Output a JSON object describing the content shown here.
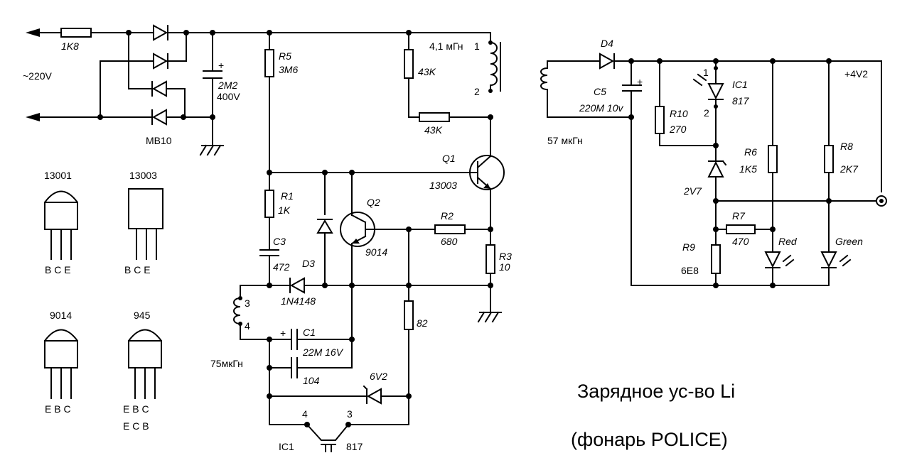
{
  "title_line1": "Зарядное ус-во Li",
  "title_line2": "(фонарь POLICE)",
  "mains": "~220V",
  "primary": {
    "r_in": "1K8",
    "bridge": "MB10",
    "c_bulk": "2M2",
    "c_bulk_v": "400V",
    "r5_ref": "R5",
    "r5_val": "3M6",
    "r43a": "43K",
    "r43b": "43K",
    "trafo": "4,1 мГн",
    "pin1": "1",
    "pin2": "2",
    "q1_ref": "Q1",
    "q1_val": "13003",
    "q2_ref": "Q2",
    "q2_val": "9014",
    "r1_ref": "R1",
    "r1_val": "1K",
    "r2_ref": "R2",
    "r2_val": "680",
    "r3_ref": "R3",
    "r3_val": "10",
    "c3_ref": "C3",
    "c3_val": "472",
    "d3_ref": "D3",
    "d3_val": "1N4148",
    "aux_pin3": "3",
    "aux_pin4": "4",
    "aux_ind": "75мкГн",
    "c1_ref": "C1",
    "c1_val": "22M 16V",
    "c104": "104",
    "r82": "82",
    "zener": "6V2",
    "opto_ref": "IC1",
    "opto_val": "817",
    "opto_pin4": "4",
    "opto_pin3": "3"
  },
  "secondary": {
    "ind": "57 мкГн",
    "d4_ref": "D4",
    "c5_ref": "C5",
    "c5_val": "220M 10v",
    "r10_ref": "R10",
    "r10_val": "270",
    "ic1_ref": "IC1",
    "ic1_val": "817",
    "pin1": "1",
    "pin2": "2",
    "zener": "2V7",
    "r6_ref": "R6",
    "r6_val": "1K5",
    "r8_ref": "R8",
    "r8_val": "2K7",
    "r7_ref": "R7",
    "r7_val": "470",
    "r9_ref": "R9",
    "r9_val": "6E8",
    "out": "+4V2",
    "led_red": "Red",
    "led_green": "Green"
  },
  "packages": [
    {
      "name": "13001",
      "pins": "B  C  E",
      "pins2": ""
    },
    {
      "name": "13003",
      "pins": "B  C  E",
      "pins2": ""
    },
    {
      "name": "9014",
      "pins": "E  B  C",
      "pins2": ""
    },
    {
      "name": "945",
      "pins": "E  B  C",
      "pins2": "E  C  B"
    }
  ]
}
